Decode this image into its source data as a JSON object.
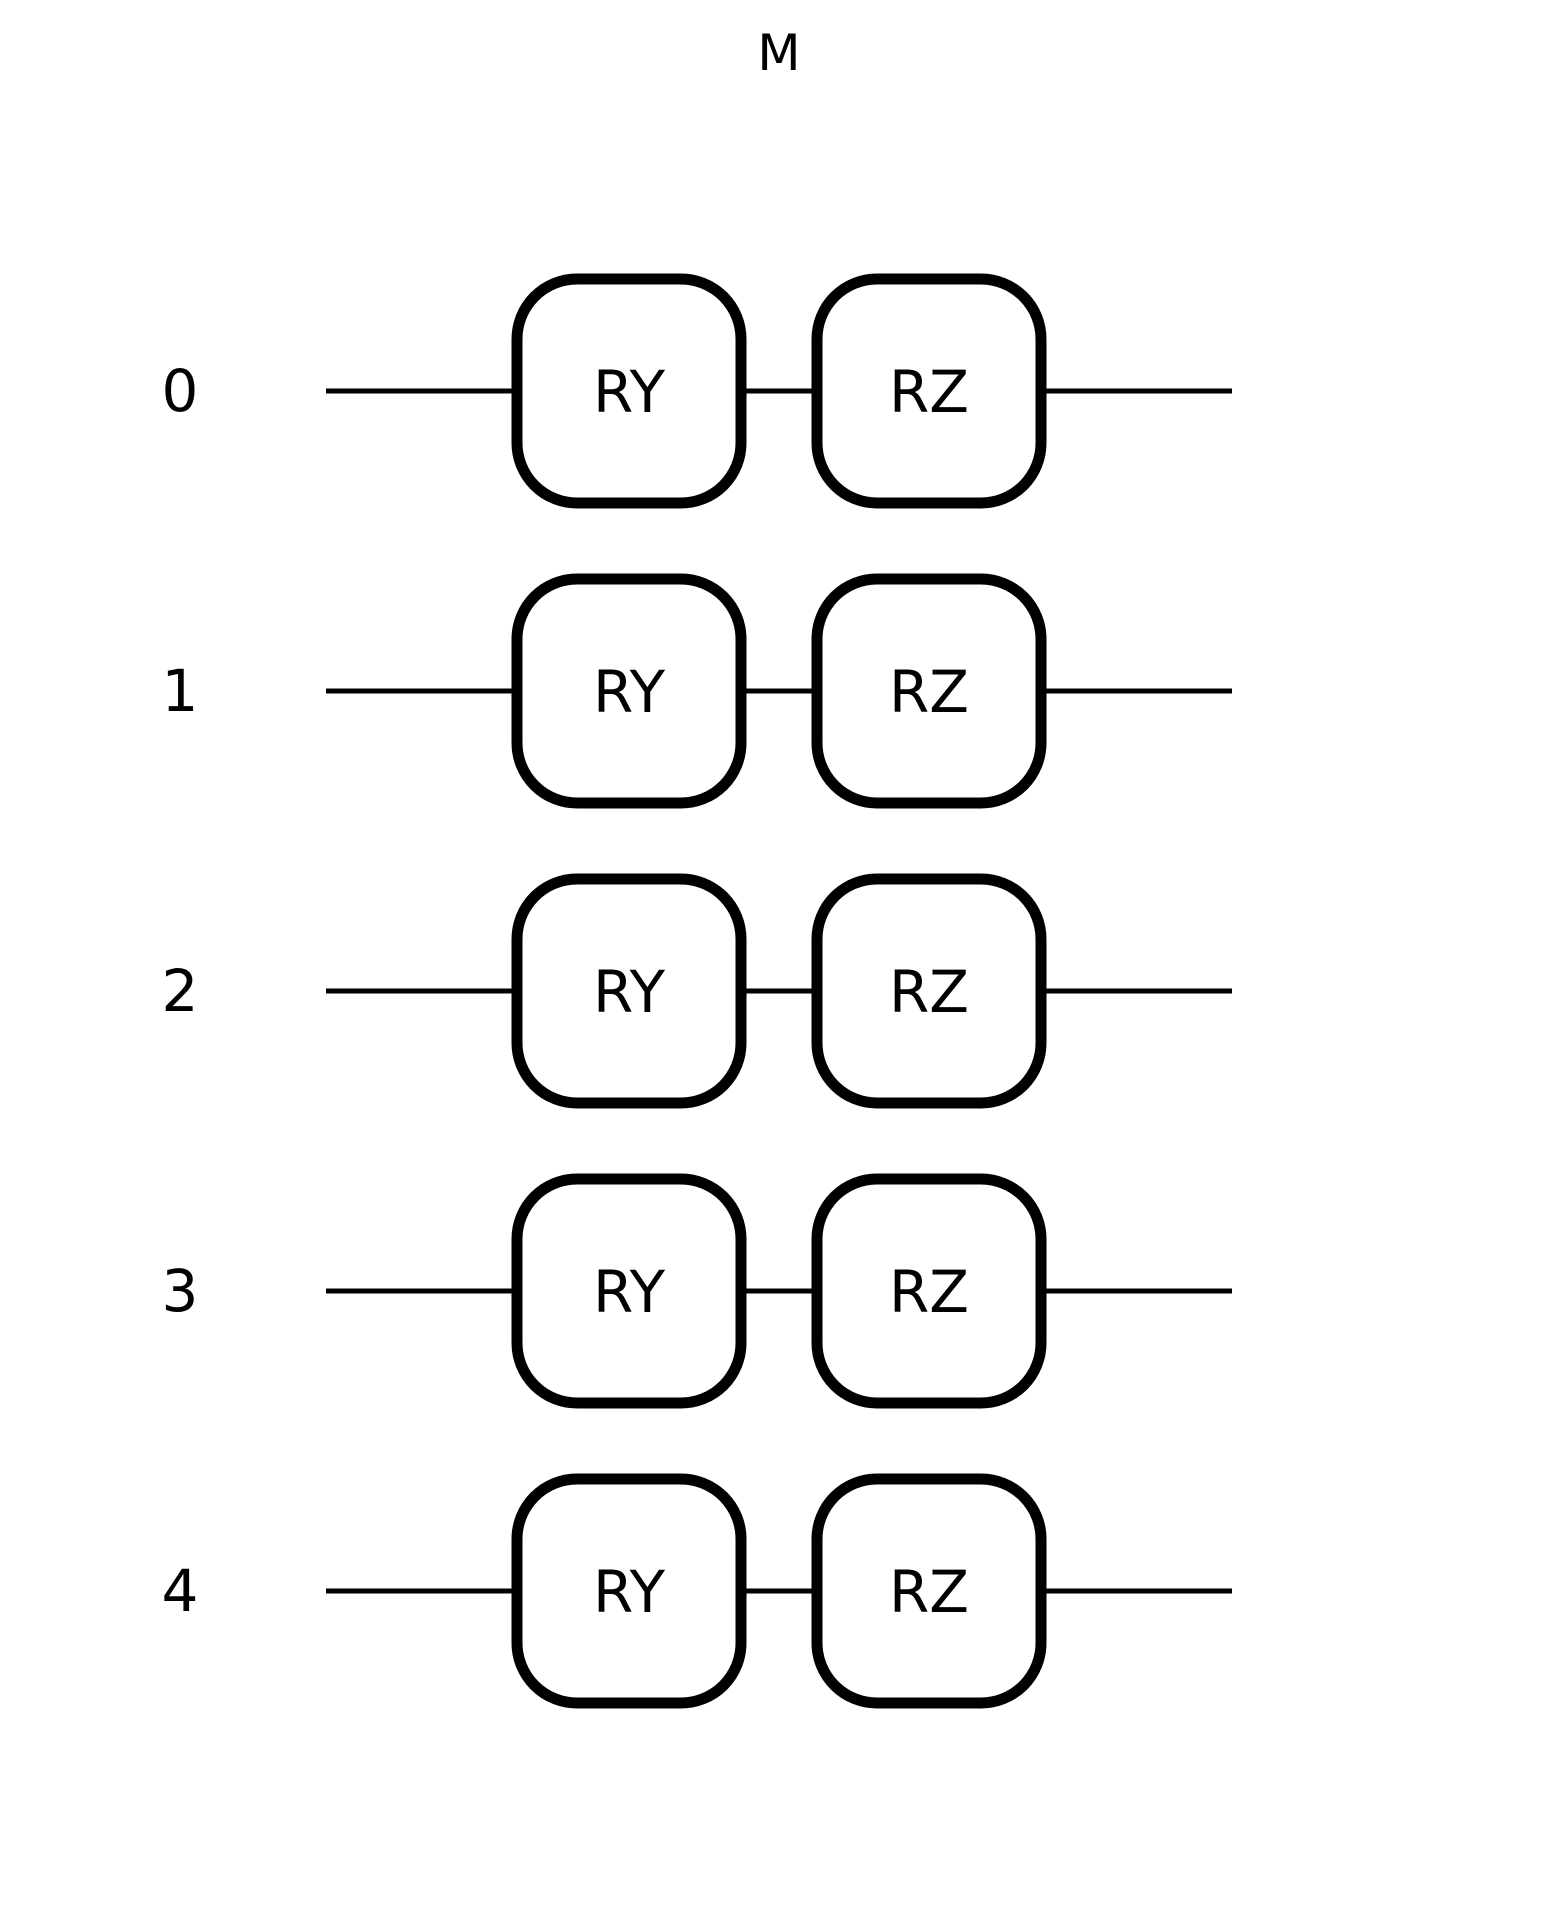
{
  "title": "M",
  "wires": [
    {
      "label": "0",
      "gates": [
        "RY",
        "RZ"
      ]
    },
    {
      "label": "1",
      "gates": [
        "RY",
        "RZ"
      ]
    },
    {
      "label": "2",
      "gates": [
        "RY",
        "RZ"
      ]
    },
    {
      "label": "3",
      "gates": [
        "RY",
        "RZ"
      ]
    },
    {
      "label": "4",
      "gates": [
        "RY",
        "RZ"
      ]
    }
  ],
  "colors": {
    "line": "#000000",
    "background": "#ffffff"
  }
}
